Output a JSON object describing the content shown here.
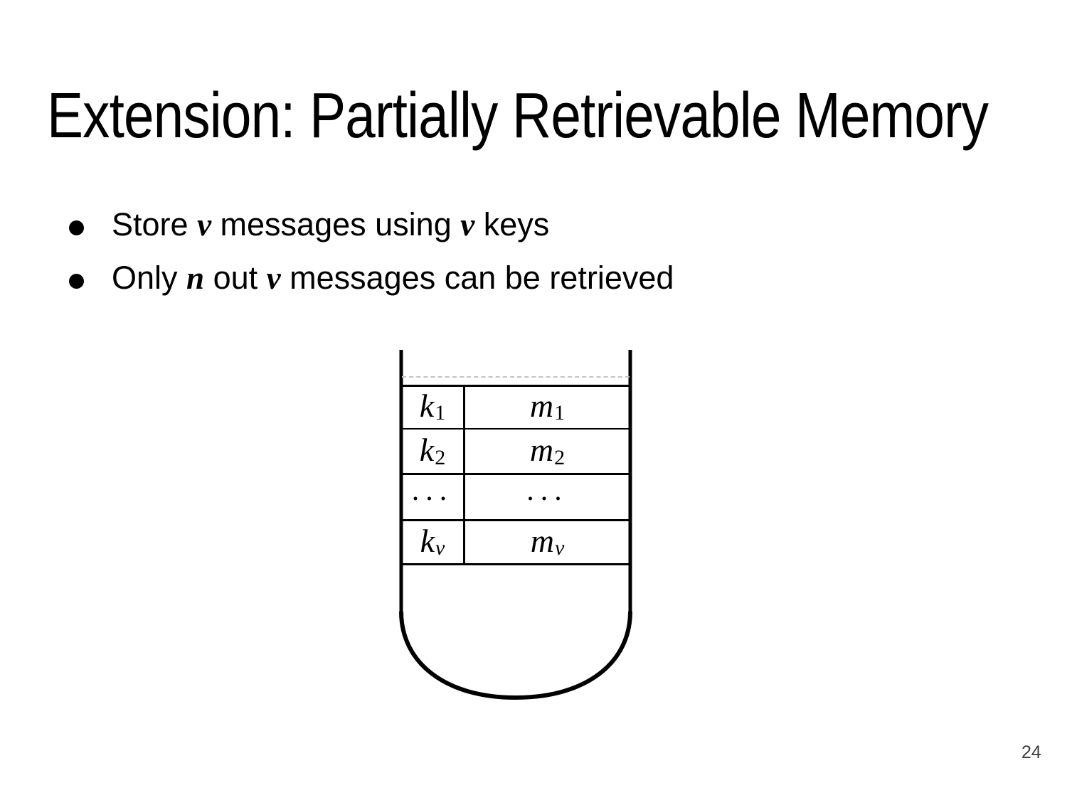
{
  "slide": {
    "title": "Extension: Partially Retrievable Memory",
    "page_number": "24",
    "bullets": [
      {
        "segments": [
          {
            "text": "Store ",
            "style": "sans"
          },
          {
            "text": "v",
            "style": "math"
          },
          {
            "text": " messages using ",
            "style": "sans"
          },
          {
            "text": "v",
            "style": "math"
          },
          {
            "text": " keys",
            "style": "sans"
          }
        ]
      },
      {
        "segments": [
          {
            "text": "Only ",
            "style": "sans"
          },
          {
            "text": "n",
            "style": "math"
          },
          {
            "text": " out ",
            "style": "sans"
          },
          {
            "text": "v",
            "style": "math"
          },
          {
            "text": " messages can be retrieved",
            "style": "sans"
          }
        ]
      }
    ],
    "diagram": {
      "description": "memory tube with key-message table",
      "rows": [
        {
          "key_base": "k",
          "key_sub": "1",
          "msg_base": "m",
          "msg_sub": "1"
        },
        {
          "key_base": "k",
          "key_sub": "2",
          "msg_base": "m",
          "msg_sub": "2"
        },
        {
          "key_base": "...",
          "key_sub": "",
          "msg_base": "...",
          "msg_sub": ""
        },
        {
          "key_base": "k",
          "key_sub": "v",
          "msg_base": "m",
          "msg_sub": "v"
        }
      ]
    },
    "colors": {
      "text": "#000000",
      "page_number": "#3d3d3d",
      "dashed_line": "#c4c4c4",
      "background": "#ffffff"
    }
  }
}
